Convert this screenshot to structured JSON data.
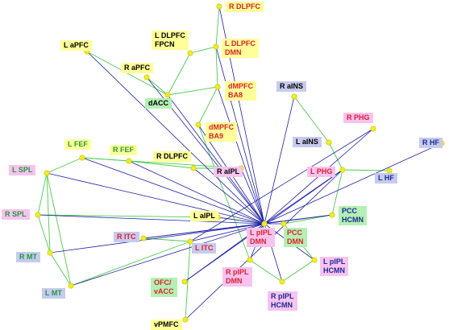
{
  "colors": {
    "fill": {
      "yellow": "#ffff99",
      "pink": "#f7c3ef",
      "blue": "#c6cbee",
      "green": "#b3f0b3"
    },
    "text": {
      "black": "#000000",
      "red": "#e0202b",
      "green": "#1f9a3a",
      "blue": "#1c2a98"
    },
    "edge_green": "#4ccc4c",
    "edge_blue": "#1f1fa8",
    "node": "#f0ec24"
  },
  "nodes": [
    {
      "id": "R_DLPFC_top",
      "lines": [
        "R DLPFC"
      ],
      "fill": "yellow",
      "text": "red"
    },
    {
      "id": "L_aPFC",
      "lines": [
        "L aPFC"
      ],
      "fill": "yellow",
      "text": "black"
    },
    {
      "id": "L_DLPFC_FPCN",
      "lines": [
        "L DLPFC",
        "FPCN"
      ],
      "fill": "yellow",
      "text": "black"
    },
    {
      "id": "L_DLPFC_DMN",
      "lines": [
        "L DLPFC",
        "DMN"
      ],
      "fill": "yellow",
      "text": "red"
    },
    {
      "id": "R_aPFC",
      "lines": [
        "R aPFC"
      ],
      "fill": "yellow",
      "text": "black"
    },
    {
      "id": "dMPFC_BA8",
      "lines": [
        "dMPFC",
        "BA8"
      ],
      "fill": "yellow",
      "text": "red"
    },
    {
      "id": "dACC",
      "lines": [
        "dACC"
      ],
      "fill": "green",
      "text": "black"
    },
    {
      "id": "R_aINS",
      "lines": [
        "R aINS"
      ],
      "fill": "blue",
      "text": "black"
    },
    {
      "id": "dMPFC_BA9",
      "lines": [
        "dMPFC",
        "BA9"
      ],
      "fill": "yellow",
      "text": "red"
    },
    {
      "id": "R_PHG",
      "lines": [
        "R PHG"
      ],
      "fill": "pink",
      "text": "red"
    },
    {
      "id": "L_aINS",
      "lines": [
        "L aINS"
      ],
      "fill": "blue",
      "text": "black"
    },
    {
      "id": "R_HF",
      "lines": [
        "R HF"
      ],
      "fill": "blue",
      "text": "blue"
    },
    {
      "id": "L_FEF",
      "lines": [
        "L FEF"
      ],
      "fill": "yellow",
      "text": "green"
    },
    {
      "id": "R_FEF",
      "lines": [
        "R FEF"
      ],
      "fill": "yellow",
      "text": "green"
    },
    {
      "id": "R_DLPFC",
      "lines": [
        "R DLPFC"
      ],
      "fill": "yellow",
      "text": "black"
    },
    {
      "id": "L_SPL",
      "lines": [
        "L SPL"
      ],
      "fill": "pink",
      "text": "green"
    },
    {
      "id": "R_aIPL",
      "lines": [
        "R aIPL"
      ],
      "fill": "pink",
      "text": "black"
    },
    {
      "id": "L_PHG",
      "lines": [
        "L PHG"
      ],
      "fill": "pink",
      "text": "red"
    },
    {
      "id": "L_HF",
      "lines": [
        "L HF"
      ],
      "fill": "blue",
      "text": "blue"
    },
    {
      "id": "R_SPL",
      "lines": [
        "R SPL"
      ],
      "fill": "pink",
      "text": "green"
    },
    {
      "id": "L_aIPL",
      "lines": [
        "L aIPL"
      ],
      "fill": "yellow",
      "text": "black"
    },
    {
      "id": "PCC_HCMN",
      "lines": [
        "PCC",
        "HCMN"
      ],
      "fill": "green",
      "text": "blue"
    },
    {
      "id": "L_pIPL_DMN",
      "lines": [
        "L pIPL",
        "DMN"
      ],
      "fill": "pink",
      "text": "red"
    },
    {
      "id": "PCC_DMN",
      "lines": [
        "PCC",
        "DMN"
      ],
      "fill": "green",
      "text": "red"
    },
    {
      "id": "R_ITC",
      "lines": [
        "R ITC"
      ],
      "fill": "blue",
      "text": "red"
    },
    {
      "id": "L_ITC",
      "lines": [
        "L ITC"
      ],
      "fill": "blue",
      "text": "red"
    },
    {
      "id": "R_MT",
      "lines": [
        "R MT"
      ],
      "fill": "blue",
      "text": "green"
    },
    {
      "id": "L_pIPL_HCMN",
      "lines": [
        "L pIPL",
        "HCMN"
      ],
      "fill": "pink",
      "text": "blue"
    },
    {
      "id": "R_pIPL_DMN",
      "lines": [
        "R pIPL",
        "DMN"
      ],
      "fill": "pink",
      "text": "red"
    },
    {
      "id": "OFC_vACC",
      "lines": [
        "OFC/",
        "vACC"
      ],
      "fill": "green",
      "text": "red"
    },
    {
      "id": "L_MT",
      "lines": [
        "L MT"
      ],
      "fill": "blue",
      "text": "green"
    },
    {
      "id": "R_pIPL_HCMN",
      "lines": [
        "R pIPL",
        "HCMN"
      ],
      "fill": "pink",
      "text": "blue"
    },
    {
      "id": "vPMFC",
      "lines": [
        "vPMFC"
      ],
      "fill": "yellow",
      "text": "black"
    }
  ]
}
